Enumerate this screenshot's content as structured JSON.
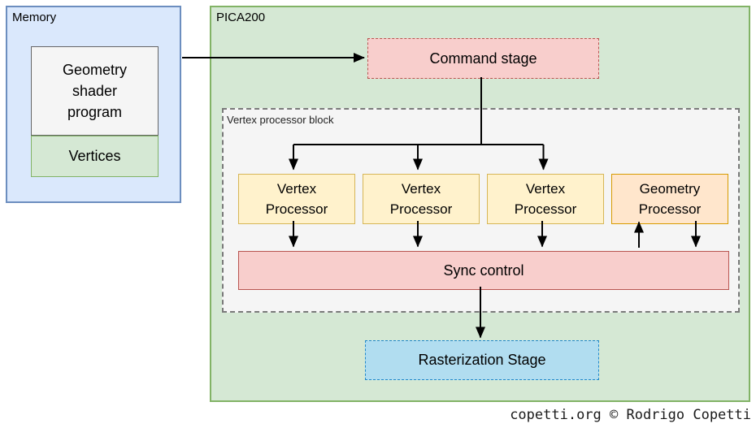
{
  "colors": {
    "memory-fill": "#dae8fc",
    "memory-stroke": "#6c8ebf",
    "green-fill": "#d5e8d4",
    "green-stroke": "#82b366",
    "gray-fill": "#f5f5f5",
    "gray-stroke": "#666666",
    "yellow-fill": "#fff2cc",
    "yellow-stroke": "#d6b656",
    "orange-fill": "#ffe6cc",
    "orange-stroke": "#d79b00",
    "pink-fill": "#f8cecc",
    "pink-stroke": "#b85450",
    "blue-fill": "#b1ddf0",
    "blue-stroke": "#2188c9",
    "arrow": "#000000"
  },
  "memory": {
    "title": "Memory",
    "shader_box": "Geometry shader program",
    "vertices_box": "Vertices"
  },
  "pica200": {
    "title": "PICA200",
    "command_stage": "Command stage",
    "vertex_block": {
      "title": "Vertex processor block",
      "processors": [
        "Vertex Processor",
        "Vertex Processor",
        "Vertex Processor",
        "Geometry Processor"
      ],
      "sync_control": "Sync control"
    },
    "rasterization_stage": "Rasterization Stage"
  },
  "credit": "copetti.org © Rodrigo Copetti"
}
